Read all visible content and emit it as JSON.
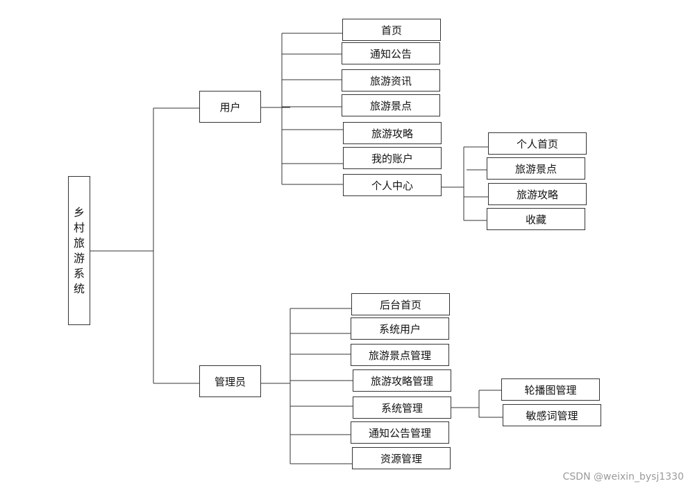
{
  "diagram": {
    "root": "乡村旅游系统",
    "branches": [
      {
        "label": "用户",
        "children": [
          {
            "label": "首页"
          },
          {
            "label": "通知公告"
          },
          {
            "label": "旅游资讯"
          },
          {
            "label": "旅游景点"
          },
          {
            "label": "旅游攻略"
          },
          {
            "label": "我的账户"
          },
          {
            "label": "个人中心",
            "children": [
              "个人首页",
              "旅游景点",
              "旅游攻略",
              "收藏"
            ]
          }
        ]
      },
      {
        "label": "管理员",
        "children": [
          {
            "label": "后台首页"
          },
          {
            "label": "系统用户"
          },
          {
            "label": "旅游景点管理"
          },
          {
            "label": "旅游攻略管理"
          },
          {
            "label": "系统管理",
            "children": [
              "轮播图管理",
              "敏感词管理"
            ]
          },
          {
            "label": "通知公告管理"
          },
          {
            "label": "资源管理"
          }
        ]
      }
    ]
  },
  "watermark": "CSDN @weixin_bysj1330"
}
